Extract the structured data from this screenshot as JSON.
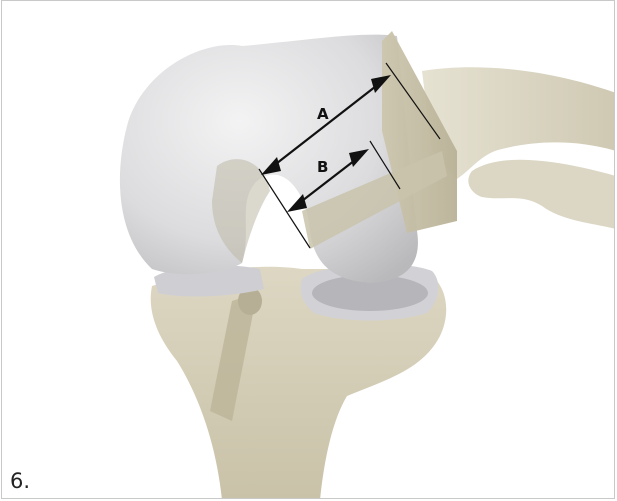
{
  "figure": {
    "step_number": "6.",
    "label_a": "A",
    "label_b": "B"
  },
  "colors": {
    "femur": "#e3e3e5",
    "bone": "#d6d0bb",
    "arrow": "#111111",
    "border": "#c9c9c9"
  },
  "icons": {
    "arrow_style": "double-headed-arrow"
  }
}
